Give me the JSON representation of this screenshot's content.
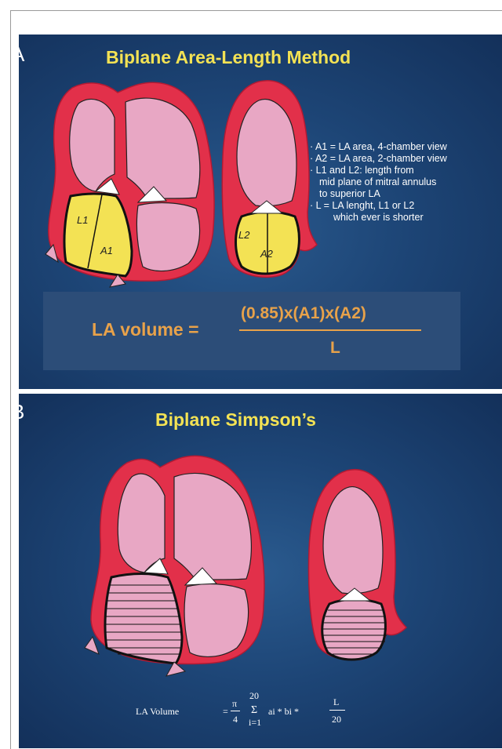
{
  "panel_a": {
    "letter": "A",
    "title": "Biplane Area-Length Method",
    "labels": {
      "l1": "L1",
      "a1": "A1",
      "l2": "L2",
      "a2": "A2"
    },
    "bullets": [
      "· A1 = LA area, 4-chamber view",
      "· A2 = LA area, 2-chamber view",
      "· L1 and L2: length from",
      "mid plane of mitral annulus",
      "to superior LA",
      "· L = LA lenght, L1 or L2",
      "which ever is shorter"
    ],
    "formula": {
      "lhs": "LA volume =",
      "numerator": "(0.85)x(A1)x(A2)",
      "denominator": "L"
    }
  },
  "panel_b": {
    "letter": "B",
    "title": "Biplane Simpson’s",
    "formula": {
      "lhs": "LA Volume",
      "equals": "=",
      "pi": "π",
      "four": "4",
      "sum_top": "20",
      "sigma": "Σ",
      "sum_bottom": "i=1",
      "terms": "ai * bi *",
      "l": "L",
      "twenty": "20"
    }
  },
  "colors": {
    "background_blue": "#1d4576",
    "myocardium_red": "#e2304a",
    "chamber_pink": "#e8a7c4",
    "atrium_yellow": "#f3e254",
    "title_yellow": "#f3e254",
    "formula_orange": "#e8a24a"
  }
}
